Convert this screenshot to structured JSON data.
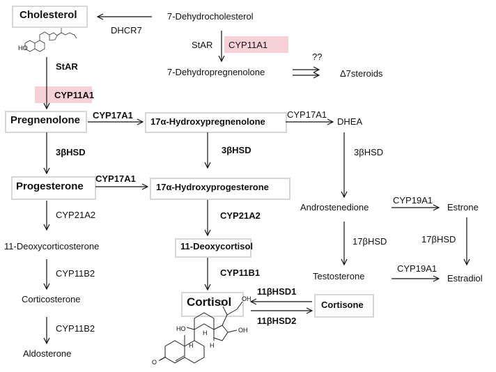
{
  "nodes": {
    "cholesterol": "Cholesterol",
    "dehydrocholesterol": "7-Dehydrocholesterol",
    "dehydropregnenolone": "7-Dehydropregnenolone",
    "d7steroids": "Δ7steroids",
    "pregnenolone": "Pregnenolone",
    "hydroxypregnenolone": "17α-Hydroxypregnenolone",
    "dhea": "DHEA",
    "progesterone": "Progesterone",
    "hydroxyprogesterone": "17α-Hydroxyprogesterone",
    "androstenedione": "Androstenedione",
    "estrone": "Estrone",
    "deoxycorticosterone": "11-Deoxycorticosterone",
    "deoxycortisol": "11-Deoxycortisol",
    "testosterone": "Testosterone",
    "estradiol": "Estradiol",
    "corticosterone": "Corticosterone",
    "cortisol": "Cortisol",
    "cortisone": "Cortisone",
    "aldosterone": "Aldosterone"
  },
  "enzymes": {
    "dhcr7": "DHCR7",
    "star_top": "StAR",
    "cyp11a1_top": "CYP11A1",
    "unknown": "??",
    "star_left": "StAR",
    "cyp11a1_left": "CYP11A1",
    "cyp17a1_a": "CYP17A1",
    "cyp17a1_b": "CYP17A1",
    "hsd3b_a": "3βHSD",
    "hsd3b_b": "3βHSD",
    "hsd3b_c": "3βHSD",
    "cyp17a1_c": "CYP17A1",
    "cyp21a2_a": "CYP21A2",
    "cyp21a2_b": "CYP21A2",
    "cyp19a1_a": "CYP19A1",
    "hsd17b_a": "17βHSD",
    "hsd17b_b": "17βHSD",
    "cyp11b2_a": "CYP11B2",
    "cyp11b1": "CYP11B1",
    "cyp19a1_b": "CYP19A1",
    "hsd11b1": "11βHSD1",
    "hsd11b2": "11βHSD2",
    "cyp11b2_b": "CYP11B2"
  },
  "structure_labels": {
    "chol_ho": "HO",
    "cort_o": "O",
    "cort_ho": "HO",
    "cort_oh1": "OH",
    "cort_oh2": "OH",
    "cort_o2": "O",
    "cort_h1": "H",
    "cort_h2": "H",
    "cort_h3": "H"
  },
  "colors": {
    "highlight": "#f6d2d8",
    "box_border": "#d7d7d7",
    "arrow": "#111111"
  }
}
